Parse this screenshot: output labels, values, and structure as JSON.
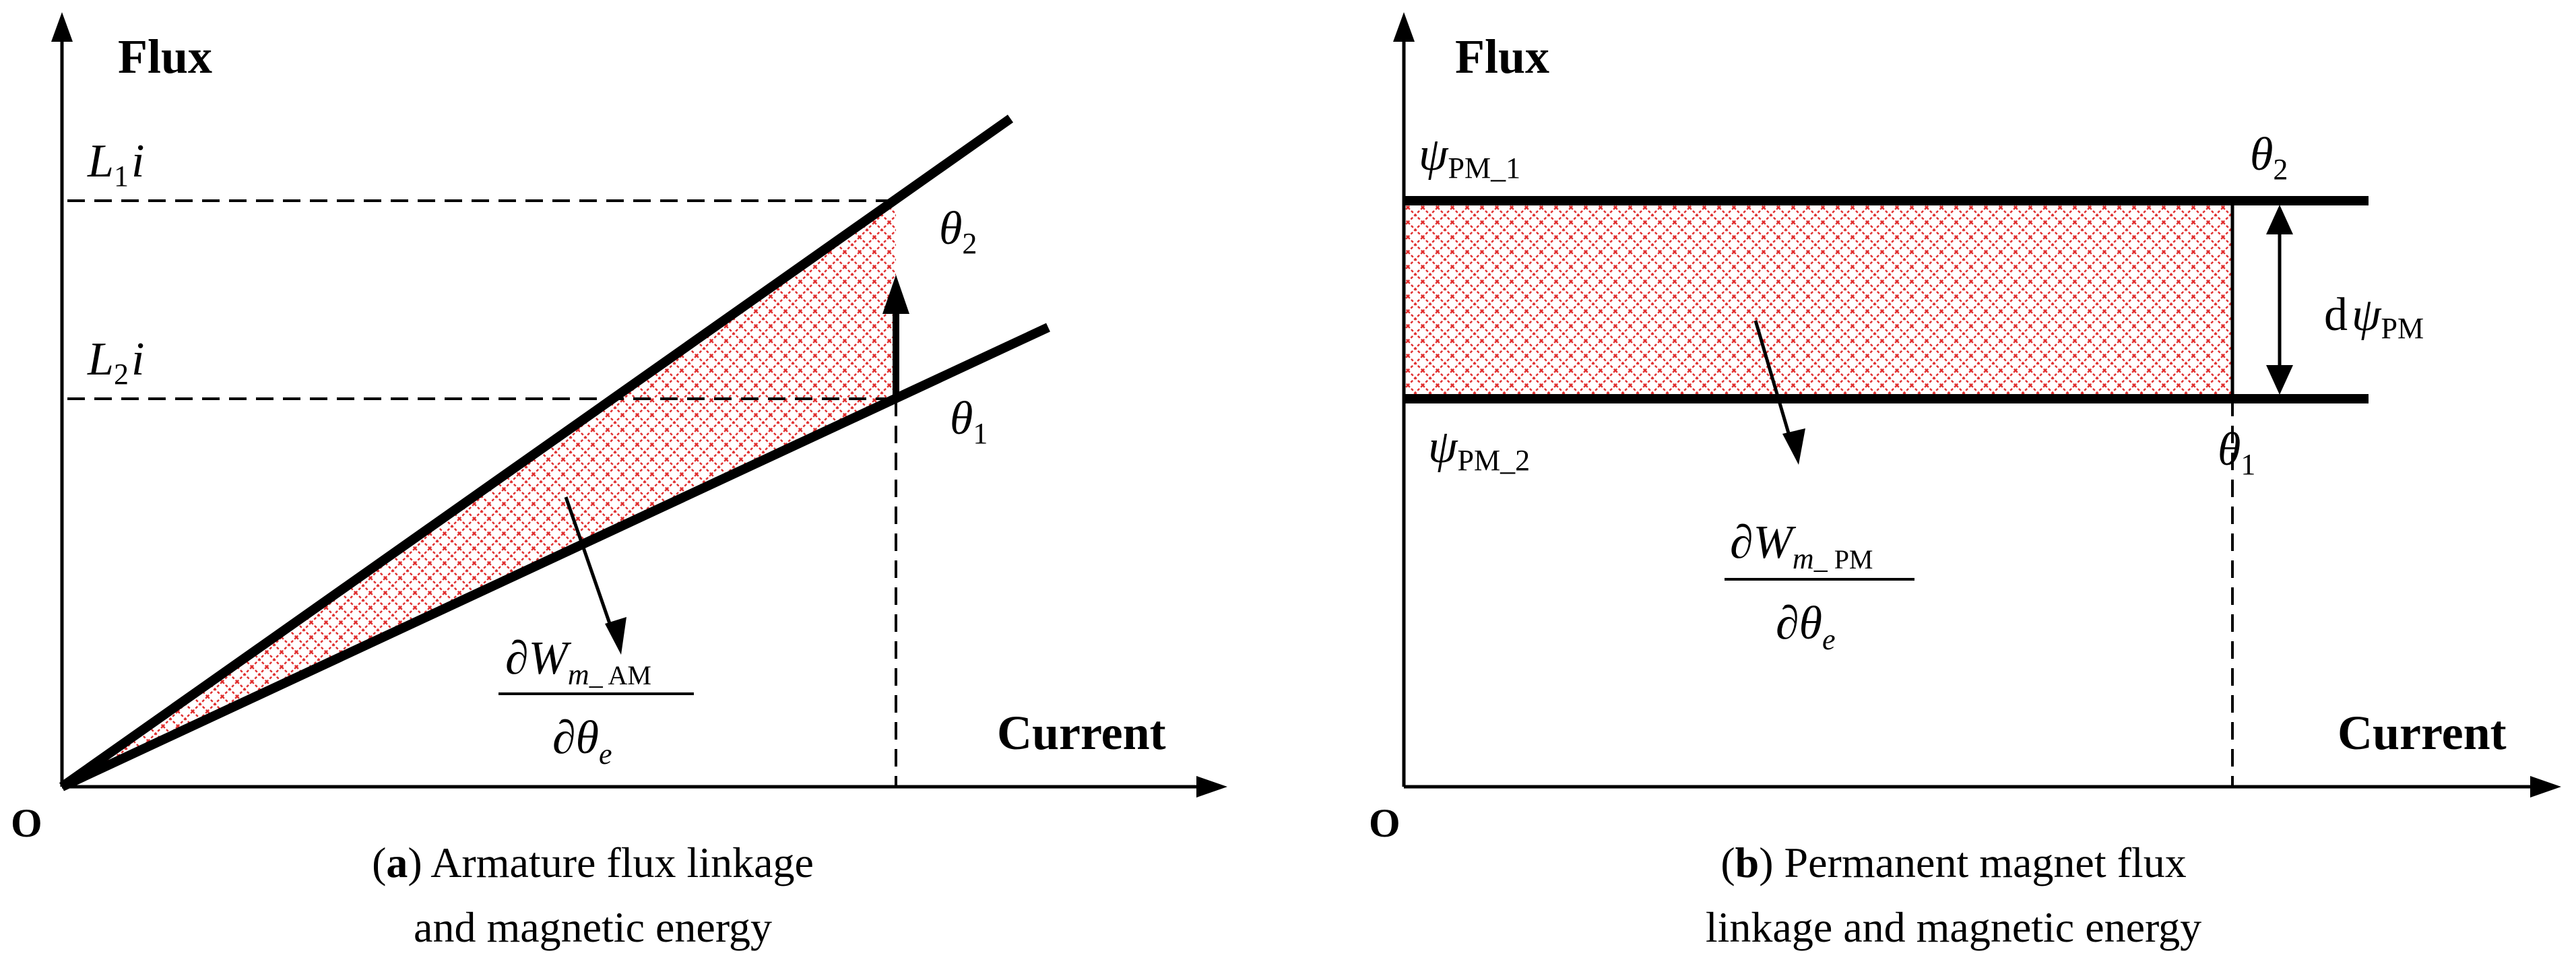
{
  "panel_a": {
    "y_axis_title": "Flux",
    "x_axis_title": "Current",
    "origin": "O",
    "label_L1": "L",
    "label_L1_sub": "1",
    "label_L1_i": "i",
    "label_L2": "L",
    "label_L2_sub": "2",
    "label_L2_i": "i",
    "theta2": "θ",
    "theta2_sub": "2",
    "theta1": "θ",
    "theta1_sub": "1",
    "frac_num_prefix": "∂W",
    "frac_num_sub": "m",
    "frac_num_sub2": "_ AM",
    "frac_den": "∂θ",
    "frac_den_sub": "e",
    "caption_letter": "a",
    "caption_line1": " Armature flux linkage",
    "caption_line2": "and magnetic energy"
  },
  "panel_b": {
    "y_axis_title": "Flux",
    "x_axis_title": "Current",
    "origin": "O",
    "psi1": "ψ",
    "psi1_sub": "PM_1",
    "psi2": "ψ",
    "psi2_sub": "PM_2",
    "theta2": "θ",
    "theta2_sub": "2",
    "theta1": "θ",
    "theta1_sub": "1",
    "dpsi_d": "d",
    "dpsi_psi": "ψ",
    "dpsi_sub": "PM",
    "frac_num_prefix": "∂W",
    "frac_num_sub": "m",
    "frac_num_sub2": "_ PM",
    "frac_den": "∂θ",
    "frac_den_sub": "e",
    "caption_letter": "b",
    "caption_line1": " Permanent magnet flux",
    "caption_line2": "linkage and magnetic energy"
  },
  "colors": {
    "hatch": "#e03030",
    "ink": "#000000"
  }
}
